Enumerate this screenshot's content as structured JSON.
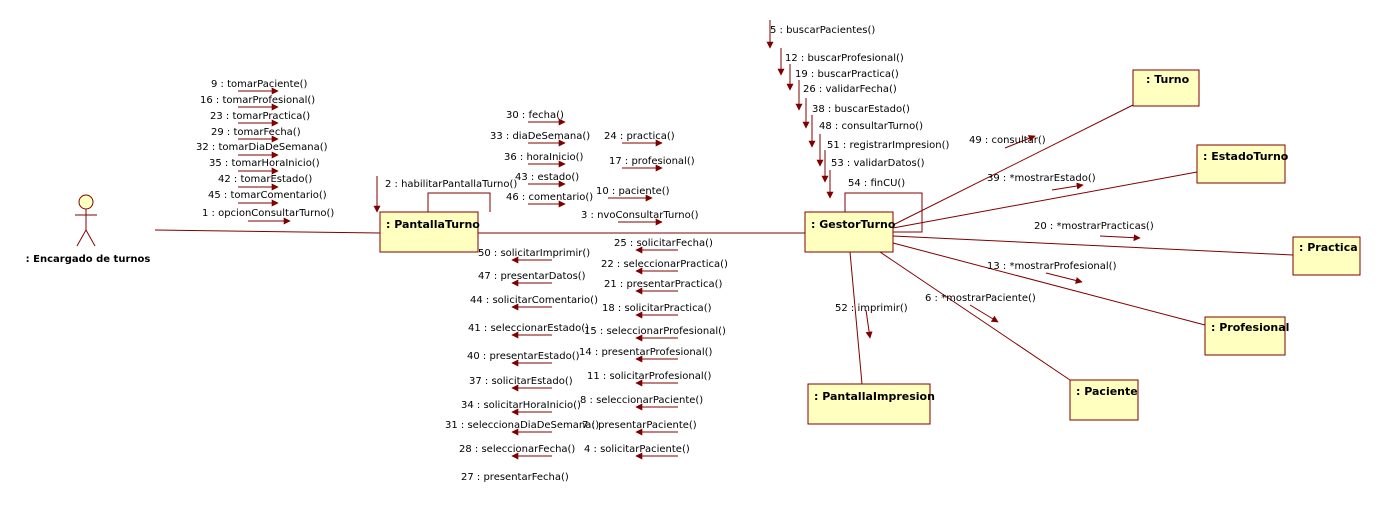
{
  "colors": {
    "object_fill": "#ffffc0",
    "object_border": "#800000",
    "link": "#800000",
    "arrow": "#800000"
  },
  "actor": {
    "label": ": Encargado de turnos"
  },
  "objects": {
    "pantalla_turno": ": PantallaTurno",
    "gestor_turno": ": GestorTurno",
    "pantalla_impresion": ": PantallaImpresion",
    "turno": ": Turno",
    "estado_turno": ": EstadoTurno",
    "practica": ": Practica",
    "profesional": ": Profesional",
    "paciente": ": Paciente"
  },
  "messages": {
    "actor_to_pantalla": [
      "9 : tomarPaciente()",
      "16 : tomarProfesional()",
      "23 : tomarPractica()",
      "29 : tomarFecha()",
      "32 : tomarDiaDeSemana()",
      "35 : tomarHoraInicio()",
      "42 : tomarEstado()",
      "45 : tomarComentario()",
      "1 : opcionConsultarTurno()"
    ],
    "self_pantalla": [
      "2 : habilitarPantallaTurno()"
    ],
    "pantalla_self_col": [
      "30 : fecha()",
      "33 : diaDeSemana()",
      "36 : horaInicio()",
      "43 : estado()",
      "46 : comentario()"
    ],
    "pantalla_to_gestor": [
      "24 : practica()",
      "17 : profesional()",
      "10 : paciente()",
      "3 : nvoConsultarTurno()"
    ],
    "pantalla_self_lower": [
      "50 : solicitarImprimir()",
      "47 : presentarDatos()",
      "44 : solicitarComentario()",
      "41 : seleccionarEstado()",
      "40 : presentarEstado()",
      "37 : solicitarEstado()",
      "34 : solicitarHoraInicio()",
      "31 : seleccionaDiaDeSemana()",
      "28 : seleccionarFecha()",
      "27 : presentarFecha()"
    ],
    "gestor_to_pantalla": [
      "25 : solicitarFecha()",
      "22 : seleccionarPractica()",
      "21 : presentarPractica()",
      "18 : solicitarPractica()",
      "15 : seleccionarProfesional()",
      "14 : presentarProfesional()",
      "11 : solicitarProfesional()",
      "8 : seleccionarPaciente()",
      "7 : presentarPaciente()",
      "4 : solicitarPaciente()"
    ],
    "gestor_self": [
      "5 : buscarPacientes()",
      "12 : buscarProfesional()",
      "19 : buscarPractica()",
      "26 : validarFecha()",
      "38 : buscarEstado()",
      "48 : consultarTurno()",
      "51 : registrarImpresion()",
      "53 : validarDatos()",
      "54 : finCU()"
    ],
    "to_turno": "49 : consultar()",
    "to_estado": "39 : *mostrarEstado()",
    "to_practica": "20 : *mostrarPracticas()",
    "to_profesional": "13 : *mostrarProfesional()",
    "to_paciente": "6 : *mostrarPaciente()",
    "to_impresion": "52 : imprimir()"
  }
}
